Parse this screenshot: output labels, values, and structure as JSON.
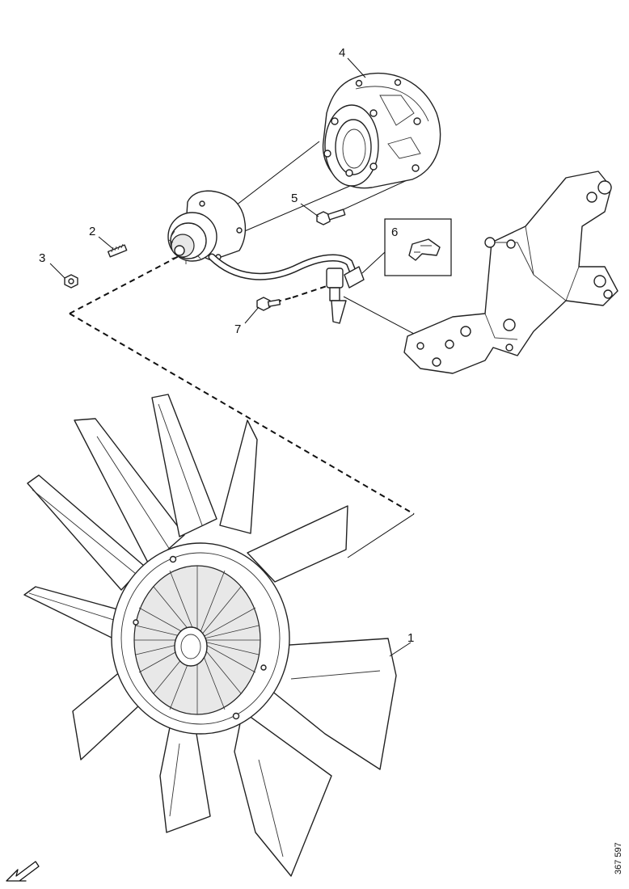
{
  "callouts": {
    "c1": "1",
    "c2": "2",
    "c3": "3",
    "c4": "4",
    "c5": "5",
    "c6": "6",
    "c7": "7"
  },
  "reference_code": "367 597",
  "orientation_arrow": "front-direction-arrow-icon"
}
